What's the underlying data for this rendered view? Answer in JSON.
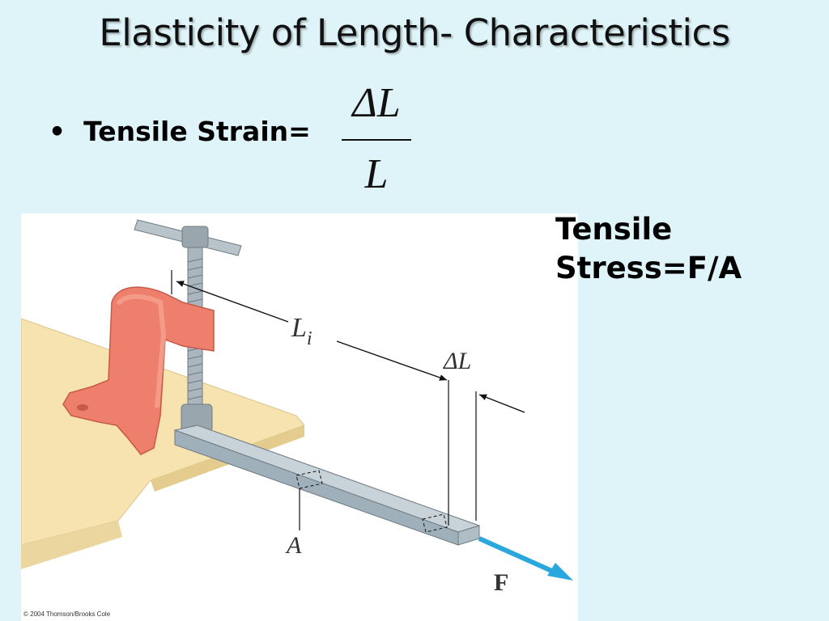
{
  "slide": {
    "title": "Elasticity of Length- Characteristics",
    "bullet_marker": "•",
    "bullet_text": "Tensile Strain=",
    "formula": {
      "numerator": "ΔL",
      "denominator": "L"
    },
    "stress_line1": "Tensile",
    "stress_line2": "Stress=F/A"
  },
  "figure": {
    "label_length_symbol": "L",
    "label_length_subscript": "i",
    "label_delta": "ΔL",
    "label_area": "A",
    "label_force": "F",
    "copyright": "© 2004 Thomson/Brooks Cole"
  },
  "colors": {
    "background": "#dff4f8",
    "clamp": "#ef7f6d",
    "table": "#f6e3b0",
    "bar": "#c2cdd4",
    "force_arrow": "#2aa7dd"
  }
}
